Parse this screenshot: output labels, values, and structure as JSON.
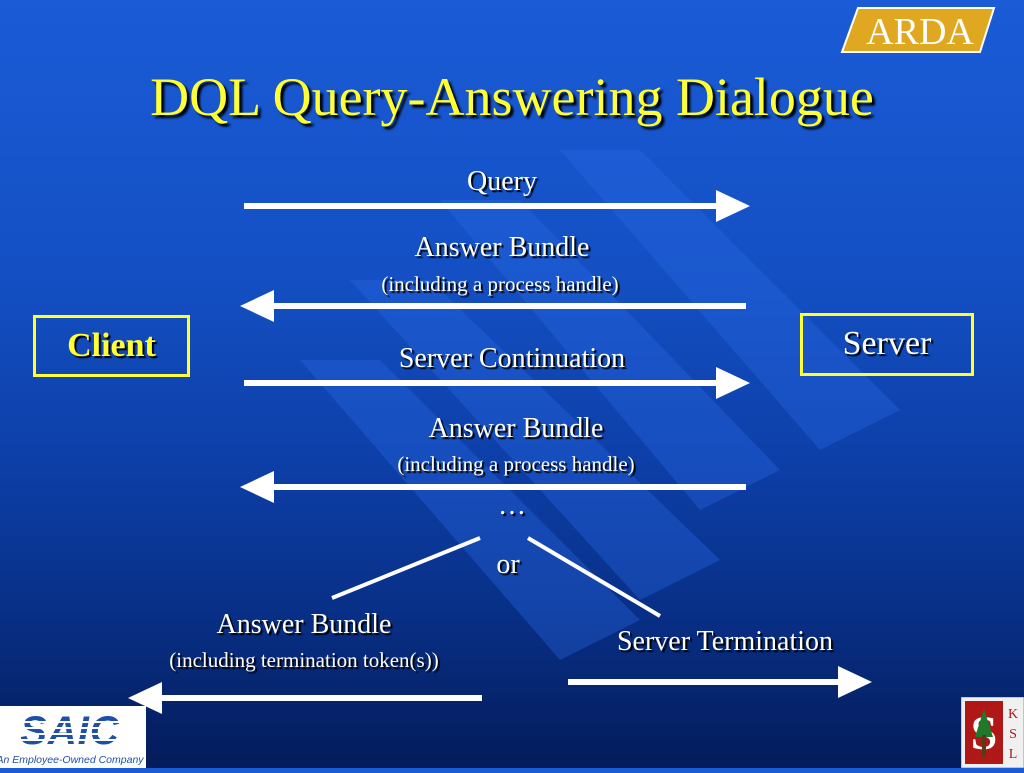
{
  "slide": {
    "title": "DQL Query-Answering Dialogue",
    "logos": {
      "top_right": "ARDA",
      "bottom_left": "SAIC",
      "bottom_left_tagline": "An Employee-Owned Company",
      "bottom_right": [
        "K",
        "S",
        "L"
      ]
    }
  },
  "diagram": {
    "client_label": "Client",
    "server_label": "Server",
    "messages": [
      {
        "label": "Query",
        "sublabel": ""
      },
      {
        "label": "Answer Bundle",
        "sublabel": "(including a process handle)"
      },
      {
        "label": "Server Continuation",
        "sublabel": ""
      },
      {
        "label": "Answer Bundle",
        "sublabel": "(including a process handle)"
      }
    ],
    "ellipsis": "…",
    "branch_word": "or",
    "branch_left": {
      "label": "Answer Bundle",
      "sublabel": "(including termination token(s))"
    },
    "branch_right": {
      "label": "Server Termination"
    }
  },
  "colors": {
    "title": "#ffff33",
    "client_box": "#ffff33",
    "server_box_border": "#ffff33",
    "arrows": "#ffffff",
    "background_top": "#1a5bd6",
    "background_bottom": "#041c5a"
  }
}
